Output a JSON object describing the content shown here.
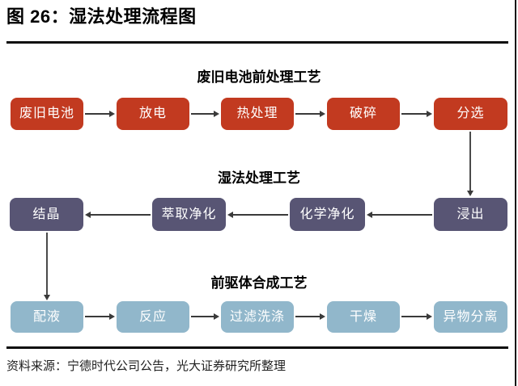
{
  "figure": {
    "title": "图 26：湿法处理流程图",
    "source_note": "资料来源：宁德时代公司公告，光大证券研究所整理"
  },
  "colors": {
    "pretreatment_red": "#c23a20",
    "wet_process_purple": "#585574",
    "precursor_blue": "#91b7cb",
    "arrow": "#3a3a3a",
    "rule_line": "#0d0d0d"
  },
  "flow": {
    "stages": [
      {
        "header": "废旧电池前处理工艺",
        "arrow_direction": "right",
        "boxes": [
          "废旧电池",
          "放电",
          "热处理",
          "破碎",
          "分选"
        ]
      },
      {
        "header": "湿法处理工艺",
        "arrow_direction": "left",
        "boxes": [
          "结晶",
          "萃取净化",
          "化学净化",
          "浸出"
        ]
      },
      {
        "header": "前驱体合成工艺",
        "arrow_direction": "right",
        "boxes": [
          "配液",
          "反应",
          "过滤洗涤",
          "干燥",
          "异物分离"
        ]
      }
    ],
    "cross_stage_connectors": [
      {
        "from": "分选",
        "to": "浸出"
      },
      {
        "from": "结晶",
        "to": "配液"
      }
    ]
  }
}
